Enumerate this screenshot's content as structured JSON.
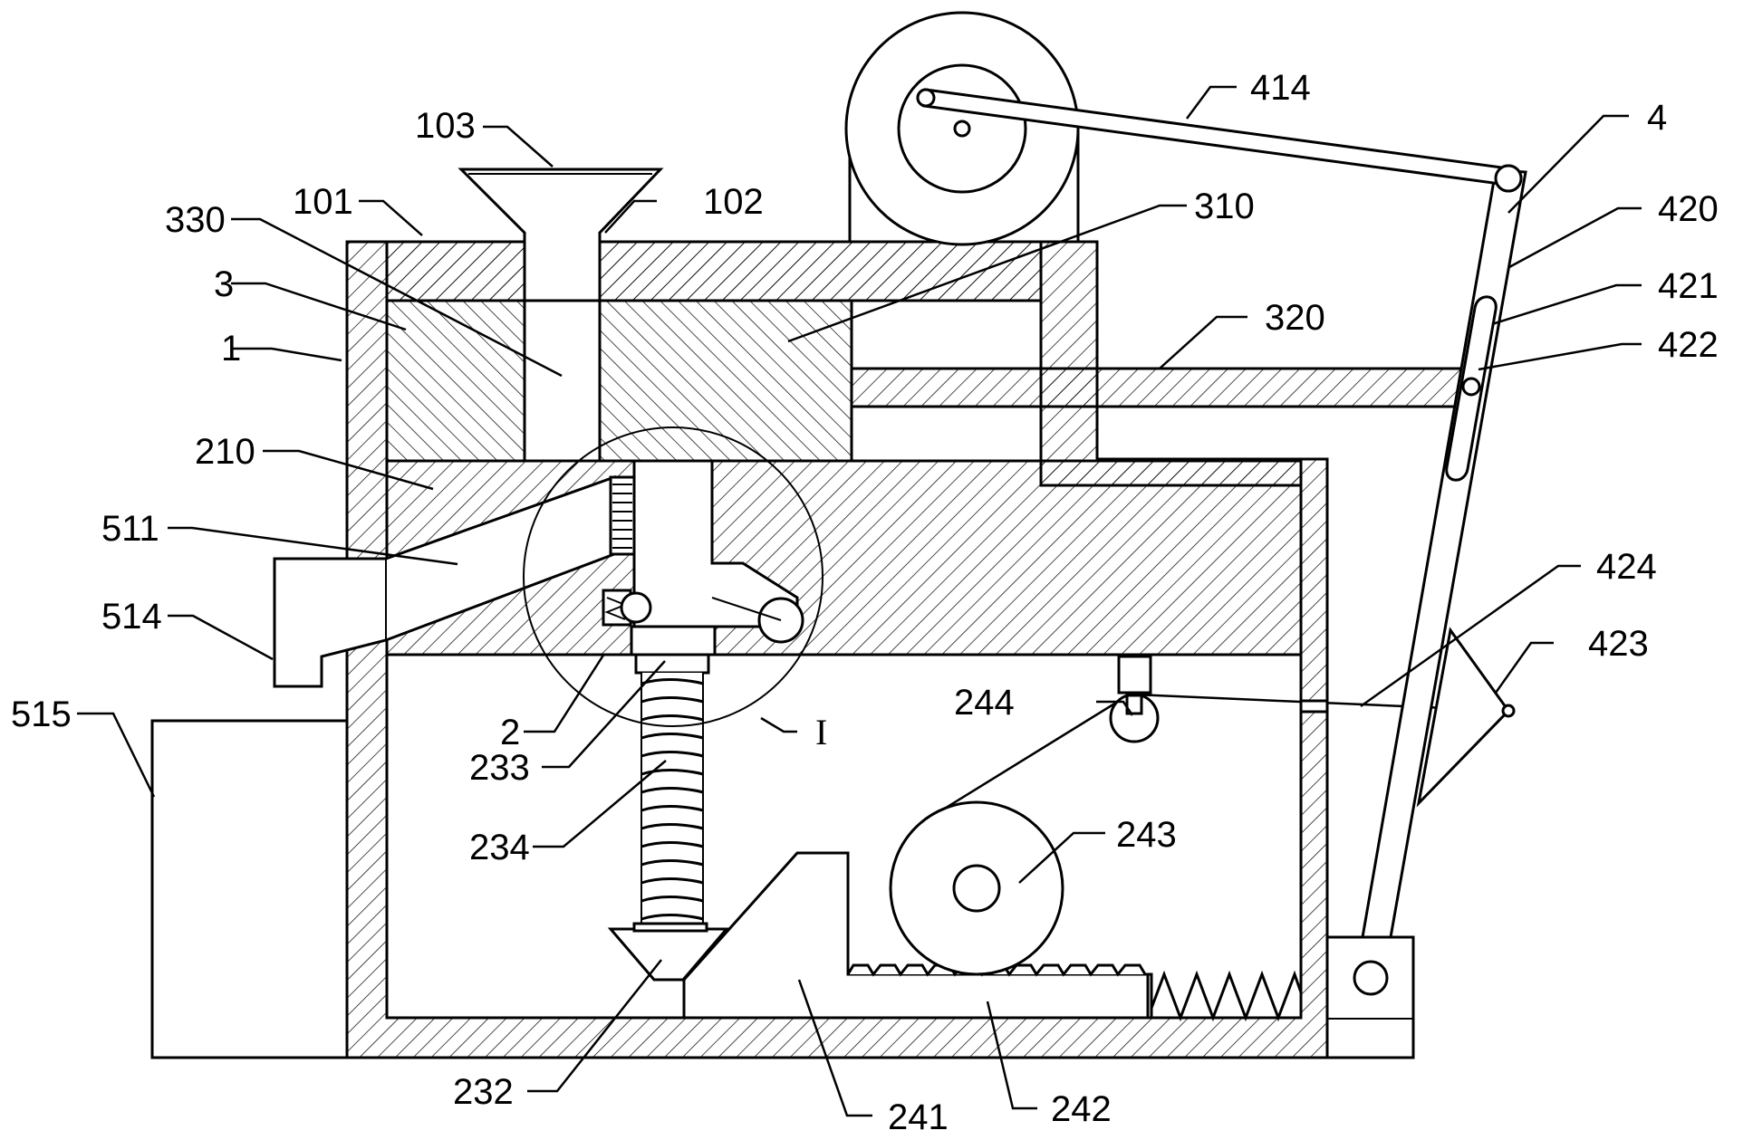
{
  "figure": {
    "labels": {
      "l1": "1",
      "l2": "2",
      "l3": "3",
      "l4": "4",
      "l101": "101",
      "l102": "102",
      "l103": "103",
      "l210": "210",
      "l232": "232",
      "l233": "233",
      "l234": "234",
      "l241": "241",
      "l242": "242",
      "l243": "243",
      "l244": "244",
      "l310": "310",
      "l320": "320",
      "l330": "330",
      "l414": "414",
      "l420": "420",
      "l421": "421",
      "l422": "422",
      "l423": "423",
      "l424": "424",
      "l511": "511",
      "l514": "514",
      "l515": "515",
      "detail": "I"
    }
  }
}
